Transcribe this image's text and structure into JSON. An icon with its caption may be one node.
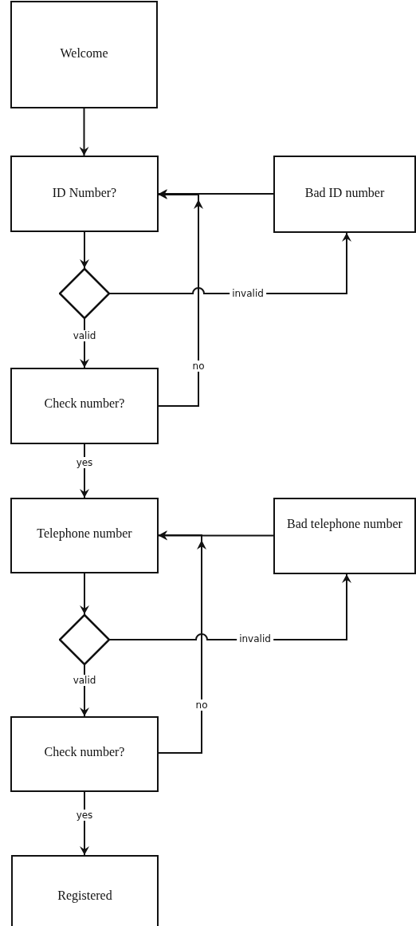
{
  "diagram": {
    "nodes": [
      {
        "text": [
          "Welcome"
        ]
      },
      {
        "text": [
          "ID Number?"
        ]
      },
      {
        "text": [
          "Bad ID number"
        ]
      },
      {
        "text": [],
        "shape": "diamond"
      },
      {
        "text": [
          "Check number?"
        ]
      },
      {
        "text": [
          "Telephone number"
        ]
      },
      {
        "text": [
          "Bad telephone number"
        ]
      },
      {
        "text": [],
        "shape": "diamond"
      },
      {
        "text": [
          "Check number?"
        ]
      },
      {
        "text": [
          "Registered"
        ]
      }
    ],
    "edges": [
      {
        "from": 0,
        "to": 1,
        "arrow": "to"
      },
      {
        "from": 1,
        "to": 3,
        "arrow": "to"
      },
      {
        "from": 3,
        "to": 4,
        "arrow": "to",
        "label": "valid"
      },
      {
        "from": 3,
        "to": 2,
        "arrow": "to",
        "label": "invalid"
      },
      {
        "from": 4,
        "to": 1,
        "arrow": "to",
        "label": "no"
      },
      {
        "from": 2,
        "to": 1,
        "arrow": "to"
      },
      {
        "from": 4,
        "to": 5,
        "arrow": "to",
        "label": "yes"
      },
      {
        "from": 5,
        "to": 7,
        "arrow": "to"
      },
      {
        "from": 7,
        "to": 8,
        "arrow": "to",
        "label": "valid"
      },
      {
        "from": 7,
        "to": 6,
        "arrow": "to",
        "label": "invalid"
      },
      {
        "from": 8,
        "to": 5,
        "arrow": "to",
        "label": "no"
      },
      {
        "from": 6,
        "to": 5,
        "arrow": "to"
      },
      {
        "from": 8,
        "to": 9,
        "arrow": "to",
        "label": "yes"
      }
    ]
  }
}
